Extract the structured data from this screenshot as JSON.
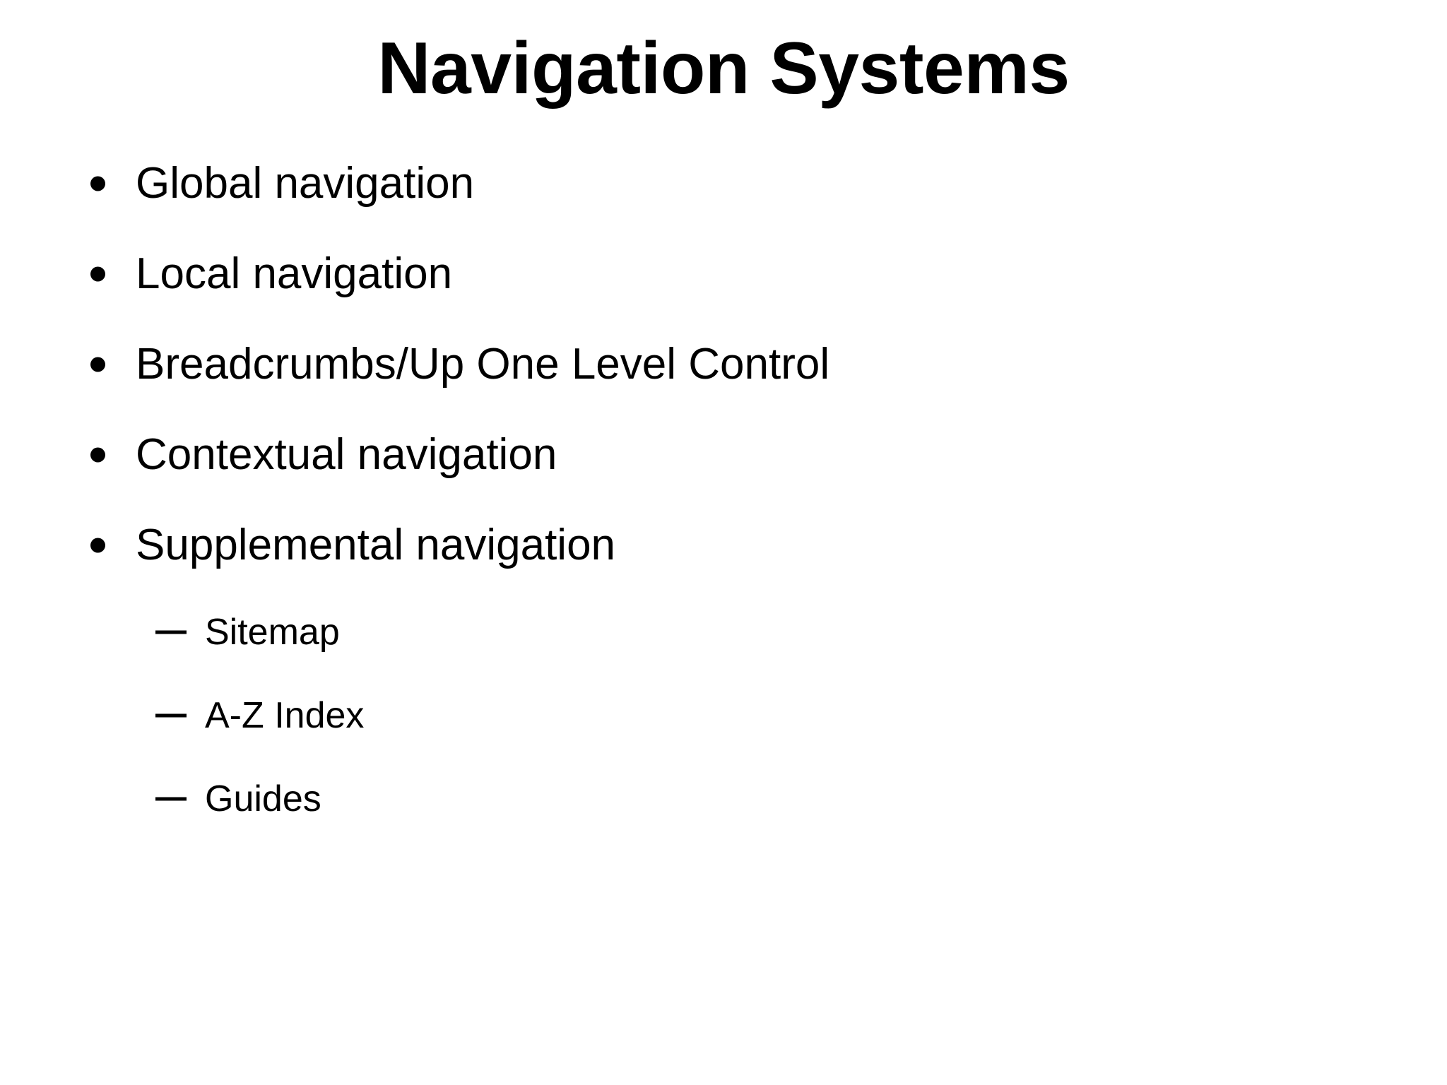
{
  "slide": {
    "background_color": "#FFFFFF",
    "text_color": "#000000",
    "title": "Navigation Systems",
    "bullets": [
      {
        "level": 1,
        "marker": "filled-round-bullet",
        "text": "Global navigation"
      },
      {
        "level": 1,
        "marker": "filled-round-bullet",
        "text": "Local navigation"
      },
      {
        "level": 1,
        "marker": "filled-round-bullet",
        "text": "Breadcrumbs/Up One Level Control"
      },
      {
        "level": 1,
        "marker": "filled-round-bullet",
        "text": "Contextual navigation"
      },
      {
        "level": 1,
        "marker": "filled-round-bullet",
        "text": "Supplemental navigation"
      },
      {
        "level": 2,
        "marker": "en-dash-bullet",
        "text": "Sitemap"
      },
      {
        "level": 2,
        "marker": "en-dash-bullet",
        "text": "A-Z Index"
      },
      {
        "level": 2,
        "marker": "en-dash-bullet",
        "text": "Guides"
      }
    ]
  }
}
